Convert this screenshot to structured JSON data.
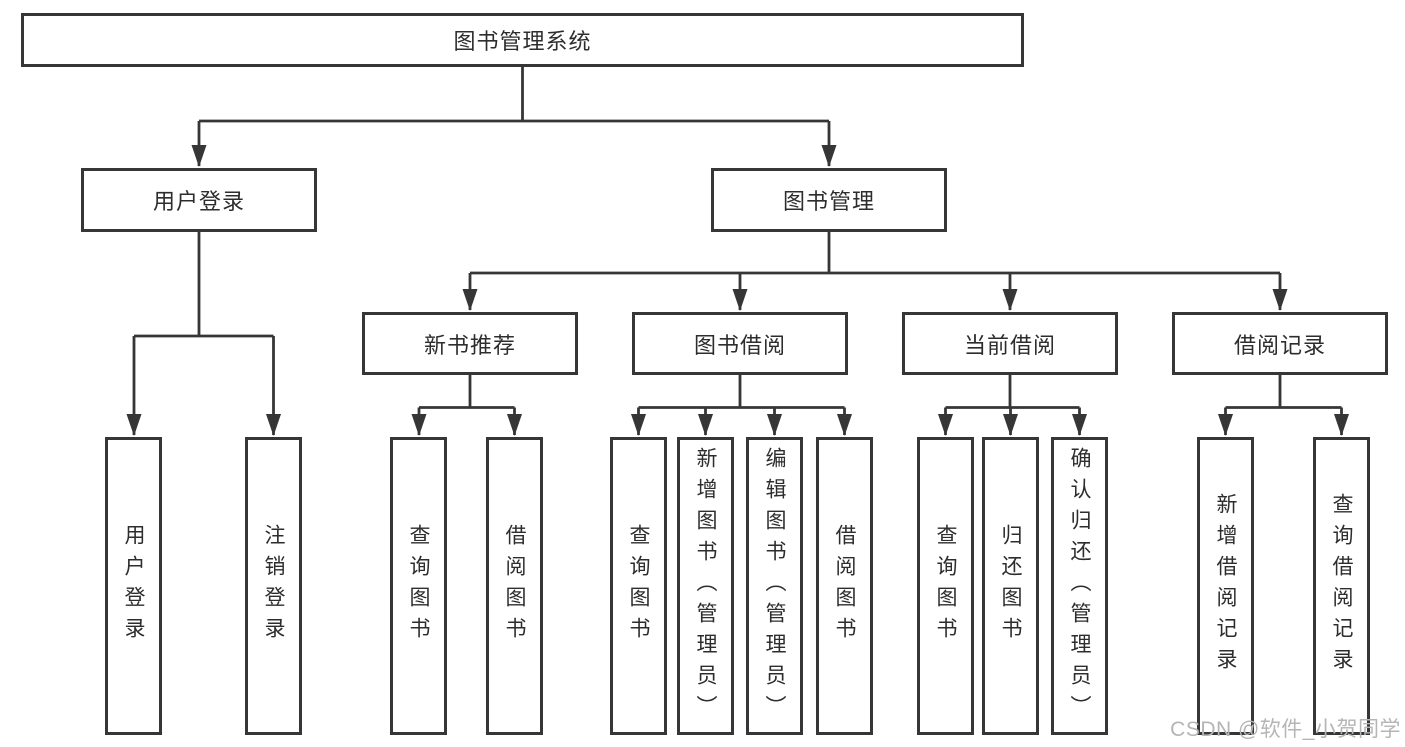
{
  "diagram": {
    "type": "hierarchy-functional-structure",
    "tree": {
      "root": {
        "label": "图书管理系统"
      },
      "level2": [
        {
          "label": "用户登录",
          "children": [
            {
              "label": "用户登录"
            },
            {
              "label": "注销登录"
            }
          ]
        },
        {
          "label": "图书管理",
          "children": [
            {
              "label": "新书推荐",
              "children": [
                {
                  "label": "查询图书"
                },
                {
                  "label": "借阅图书"
                }
              ]
            },
            {
              "label": "图书借阅",
              "children": [
                {
                  "label": "查询图书"
                },
                {
                  "label": "新增图书（管理员）"
                },
                {
                  "label": "编辑图书（管理员）"
                },
                {
                  "label": "借阅图书"
                }
              ]
            },
            {
              "label": "当前借阅",
              "children": [
                {
                  "label": "查询图书"
                },
                {
                  "label": "归还图书"
                },
                {
                  "label": "确认归还（管理员）"
                }
              ]
            },
            {
              "label": "借阅记录",
              "children": [
                {
                  "label": "新增借阅记录"
                },
                {
                  "label": "查询借阅记录"
                }
              ]
            }
          ]
        }
      ]
    },
    "watermark": {
      "text": "CSDN @软件_小贺同学"
    },
    "colors": {
      "line": "#363636",
      "box_fill": "#ffffff",
      "text": "#2d2d2d",
      "watermark": "#b5b5b5",
      "background": "#ffffff"
    }
  }
}
